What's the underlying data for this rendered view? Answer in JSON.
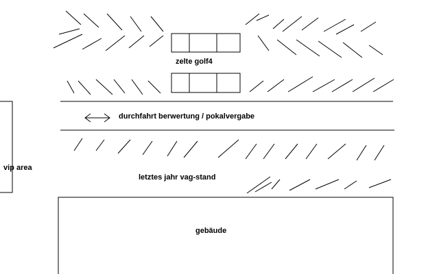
{
  "labels": {
    "tents": "zelte golf4",
    "passage": "durchfahrt berwertung / pokalvergabe",
    "vip": "vip area",
    "last_year": "letztes jahr vag-stand",
    "building": "gebäude"
  },
  "colors": {
    "ink": "#000000",
    "background": "#ffffff"
  },
  "icons": {
    "passage_arrow": "double-headed-arrow-icon"
  }
}
